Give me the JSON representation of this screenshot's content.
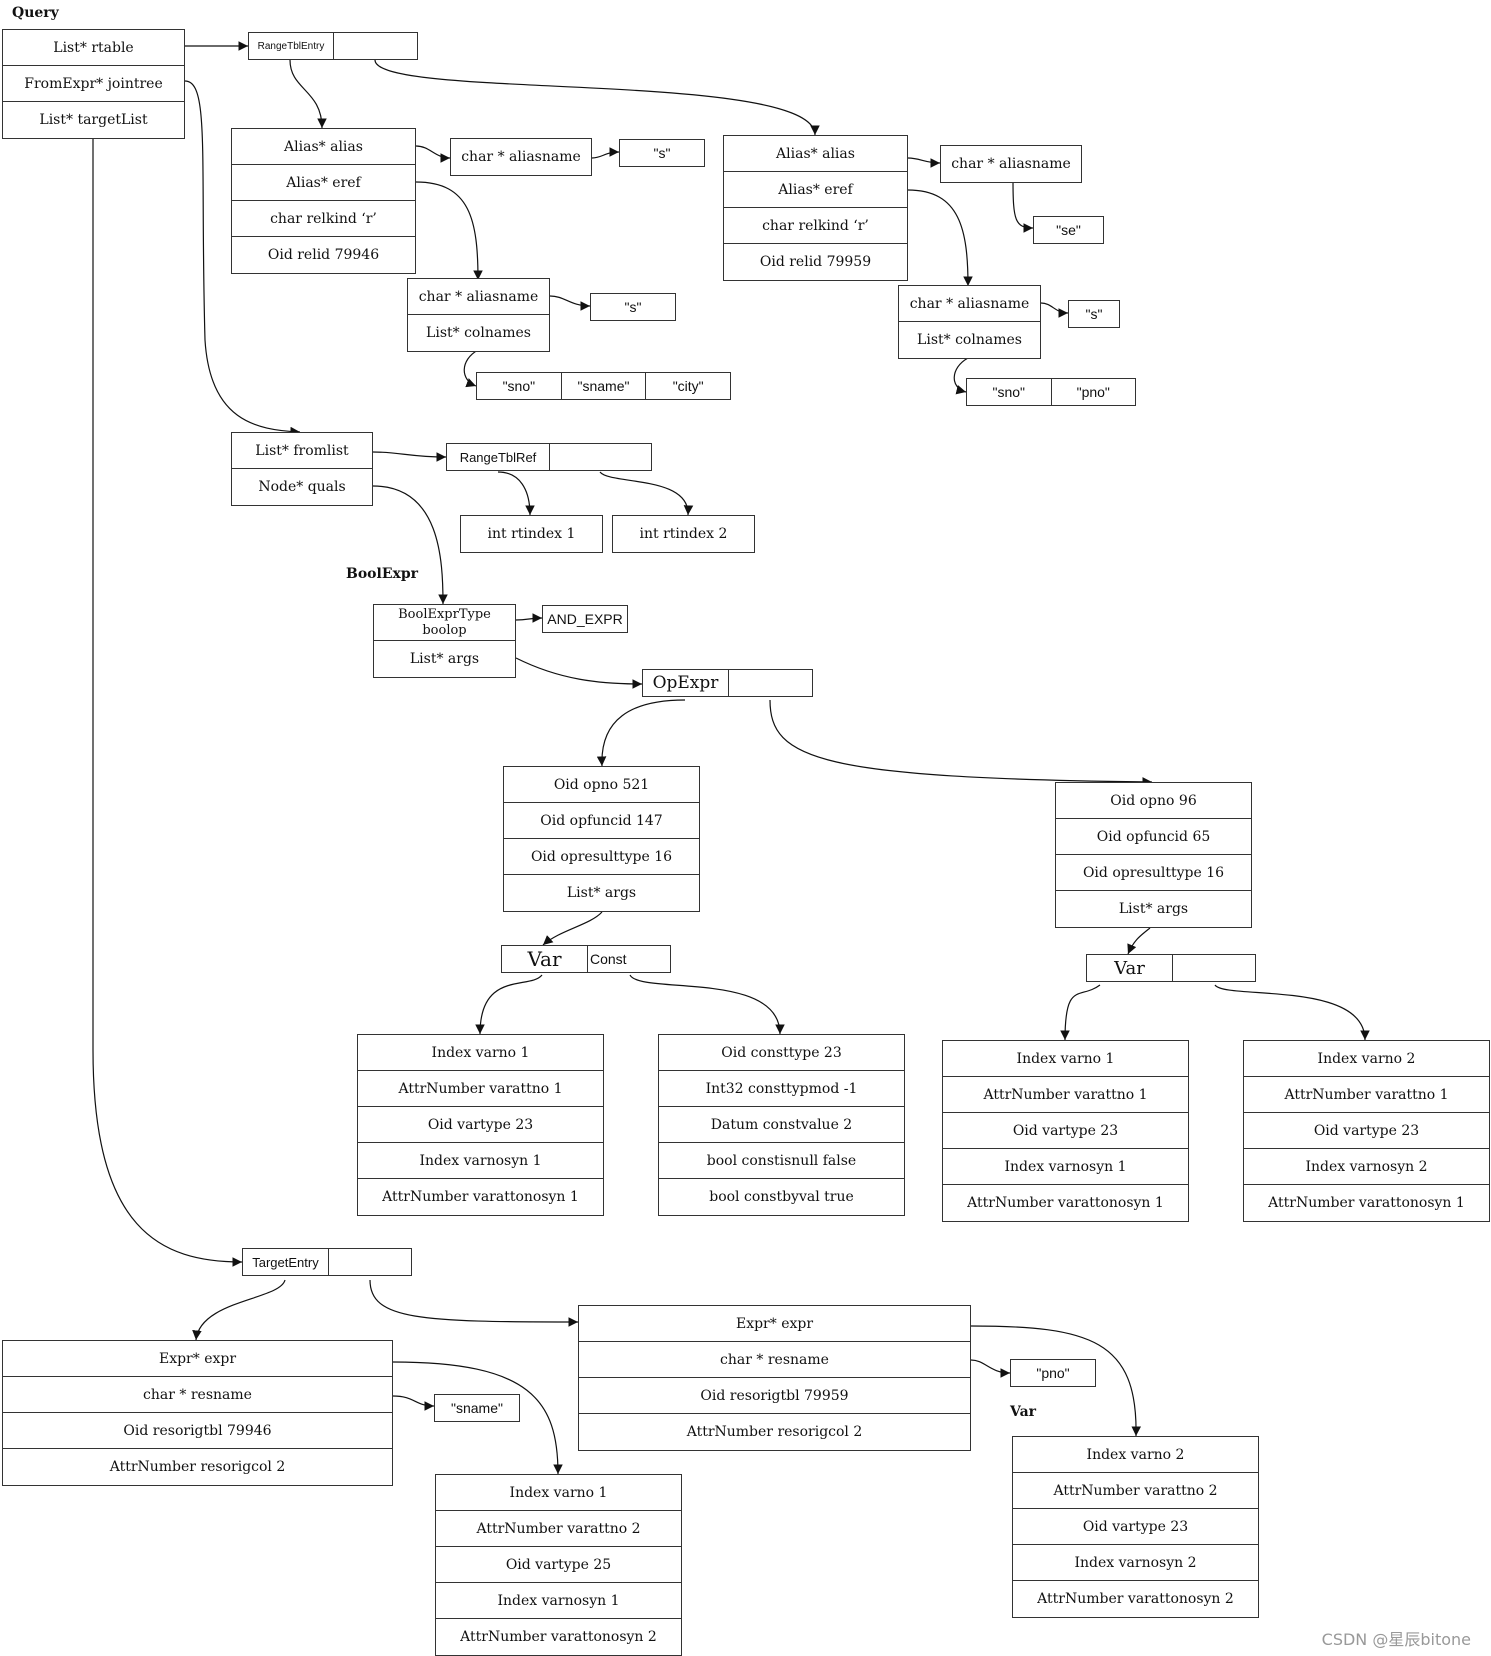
{
  "labels": {
    "query": "Query",
    "boolexpr": "BoolExpr",
    "var": "Var"
  },
  "query": [
    "List* rtable",
    "FromExpr* jointree",
    "List* targetList"
  ],
  "rte": {
    "header": "RangeTblEntry"
  },
  "rte1": {
    "fields": [
      "Alias* alias",
      "Alias* eref",
      "char relkind ‘r’",
      "Oid relid 79946"
    ],
    "alias_aliasname": "char * aliasname",
    "alias_value": "\"s\"",
    "eref": [
      "char * aliasname",
      "List* colnames"
    ],
    "eref_aliasname_value": "\"s\"",
    "colnames": [
      "\"sno\"",
      "\"sname\"",
      "\"city\""
    ]
  },
  "rte2": {
    "fields": [
      "Alias* alias",
      "Alias* eref",
      "char relkind ‘r’",
      "Oid relid 79959"
    ],
    "alias_aliasname": "char * aliasname",
    "alias_value": "\"se\"",
    "eref": [
      "char * aliasname",
      "List* colnames"
    ],
    "eref_aliasname_value": "\"s\"",
    "colnames": [
      "\"sno\"",
      "\"pno\""
    ]
  },
  "fromexpr": [
    "List* fromlist",
    "Node* quals"
  ],
  "rangetblref": {
    "header": "RangeTblRef",
    "items": [
      "int rtindex 1",
      "int rtindex 2"
    ]
  },
  "boolexpr": {
    "fields": [
      "BoolExprType\nboolop",
      "List* args"
    ],
    "boolop_value": "AND_EXPR"
  },
  "opexpr": {
    "header": "OpExpr"
  },
  "op1": {
    "fields": [
      "Oid opno 521",
      "Oid opfuncid 147",
      "Oid opresulttype 16",
      "List* args"
    ],
    "args_header": [
      "Var",
      "Const"
    ],
    "var": [
      "Index varno 1",
      "AttrNumber varattno 1",
      "Oid vartype 23",
      "Index varnosyn 1",
      "AttrNumber varattonosyn 1"
    ],
    "const": [
      "Oid consttype 23",
      "Int32 consttypmod -1",
      "Datum constvalue 2",
      "bool constisnull false",
      "bool constbyval true"
    ]
  },
  "op2": {
    "fields": [
      "Oid opno 96",
      "Oid opfuncid 65",
      "Oid opresulttype 16",
      "List* args"
    ],
    "args_header": [
      "Var",
      ""
    ],
    "var1": [
      "Index varno 1",
      "AttrNumber varattno 1",
      "Oid vartype 23",
      "Index varnosyn 1",
      "AttrNumber varattonosyn 1"
    ],
    "var2": [
      "Index varno 2",
      "AttrNumber varattno 1",
      "Oid vartype 23",
      "Index varnosyn 2",
      "AttrNumber varattonosyn 1"
    ]
  },
  "targetentry": {
    "header": "TargetEntry"
  },
  "te1": {
    "fields": [
      "Expr* expr",
      "char * resname",
      "Oid resorigtbl 79946",
      "AttrNumber resorigcol 2"
    ],
    "resname_value": "\"sname\"",
    "var": [
      "Index varno 1",
      "AttrNumber varattno 2",
      "Oid vartype 25",
      "Index varnosyn 1",
      "AttrNumber varattonosyn 2"
    ]
  },
  "te2": {
    "fields": [
      "Expr* expr",
      "char * resname",
      "Oid resorigtbl 79959",
      "AttrNumber resorigcol 2"
    ],
    "resname_value": "\"pno\"",
    "var": [
      "Index varno 2",
      "AttrNumber varattno 2",
      "Oid vartype 23",
      "Index varnosyn 2",
      "AttrNumber varattonosyn 2"
    ]
  },
  "watermark": "CSDN @星辰bitone"
}
